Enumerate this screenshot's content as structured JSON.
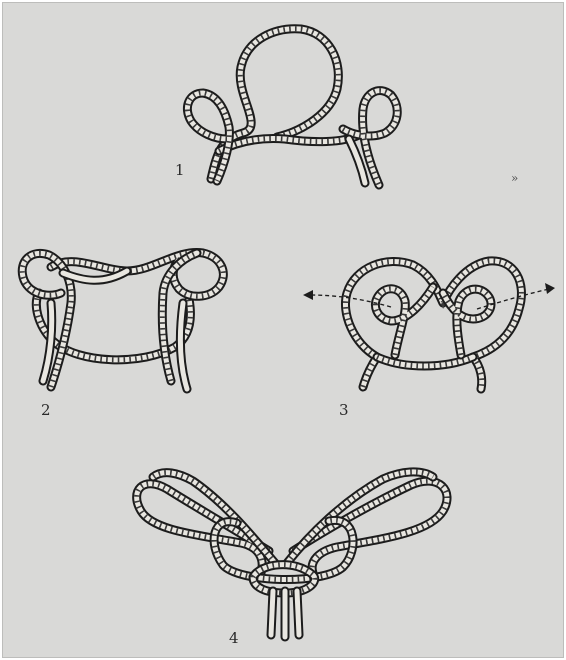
{
  "figure": {
    "background": "#d9d9d7",
    "rope_color": "#1c1c1c",
    "steps": [
      {
        "label": "1",
        "icon": "rope-loop-with-two-side-bights"
      },
      {
        "label": "2",
        "icon": "rope-bights-crossed-over"
      },
      {
        "label": "3",
        "icon": "rope-loops-tucked-with-pull-arrows"
      },
      {
        "label": "4",
        "icon": "finished-decorative-knot"
      }
    ],
    "stray_mark": "»"
  }
}
